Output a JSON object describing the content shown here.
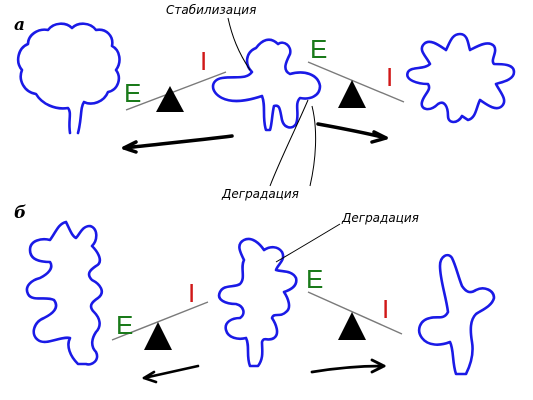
{
  "colors": {
    "shape_stroke": "#1a1ae6",
    "E_color": "#1a7a1a",
    "I_color": "#d01818",
    "fulcrum": "#000000",
    "arrow": "#000000"
  },
  "panels": [
    {
      "letter": "а",
      "balances": [
        {
          "left_label": "E",
          "right_label": "I"
        },
        {
          "left_label": "E",
          "right_label": "I"
        }
      ],
      "annotations": {
        "top": "Стабилизация",
        "bottom": "Деградация"
      }
    },
    {
      "letter": "б",
      "balances": [
        {
          "left_label": "E",
          "right_label": "I"
        },
        {
          "left_label": "E",
          "right_label": "I"
        }
      ],
      "annotations": {
        "top": "Деградация"
      }
    }
  ]
}
